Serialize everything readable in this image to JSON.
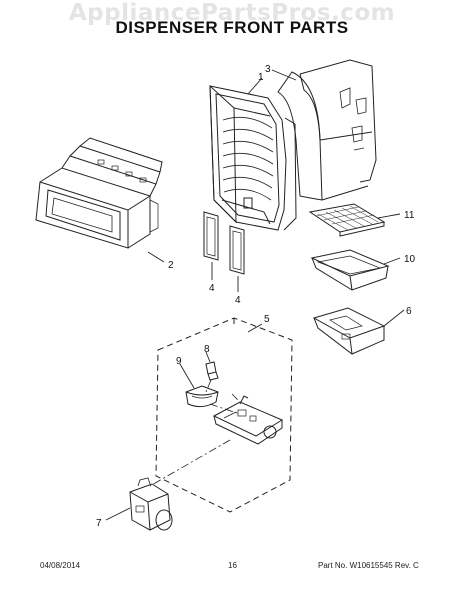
{
  "watermark": "AppliancePartsPros.com",
  "title": "DISPENSER FRONT PARTS",
  "callouts": {
    "c1": "1",
    "c2": "2",
    "c3": "3",
    "c4a": "4",
    "c4b": "4",
    "c5": "5",
    "c6": "6",
    "c7": "7",
    "c8": "8",
    "c9": "9",
    "c10": "10",
    "c11": "11"
  },
  "footer": {
    "date": "04/08/2014",
    "page": "16",
    "part_no": "Part No.  W10615545  Rev.  C"
  }
}
